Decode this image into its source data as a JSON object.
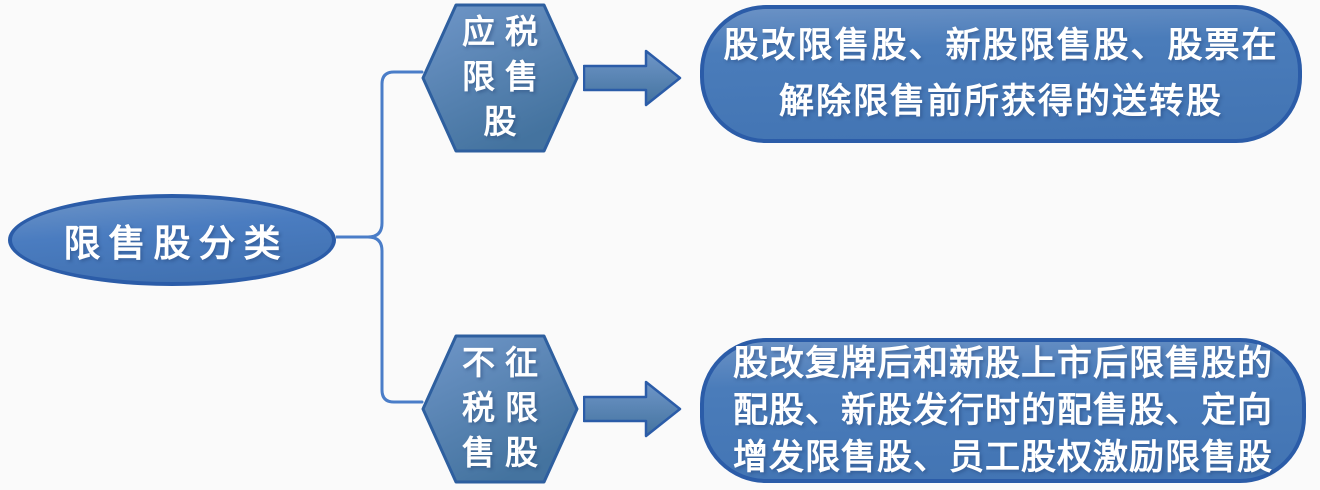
{
  "colors": {
    "background": "#fafafa",
    "shape_fill": "#4a7cba",
    "shape_fill_light": "#6e95c7",
    "shape_border": "#2b5ca8",
    "connector_line": "#4a7dc8",
    "text": "#ffffff"
  },
  "diagram": {
    "root": {
      "label": "限售股分类"
    },
    "branches": [
      {
        "node": {
          "label": "应税限售股",
          "lines": [
            "应税",
            "限售",
            "股"
          ]
        },
        "result": {
          "label": "股改限售股、新股限售股、股票在解除限售前所获得的送转股",
          "lines": [
            "股改限售股、新股限售股、股票在",
            "解除限售前所获得的送转股"
          ]
        }
      },
      {
        "node": {
          "label": "不征税限售股",
          "lines": [
            "不征",
            "税限",
            "售股"
          ]
        },
        "result": {
          "label": "股改复牌后和新股上市后限售股的配股、新股发行时的配售股、定向增发限售股、员工股权激励限售股",
          "lines": [
            "股改复牌后和新股上市后限售股的",
            "配股、新股发行时的配售股、定向",
            "增发限售股、员工股权激励限售股"
          ]
        }
      }
    ]
  }
}
